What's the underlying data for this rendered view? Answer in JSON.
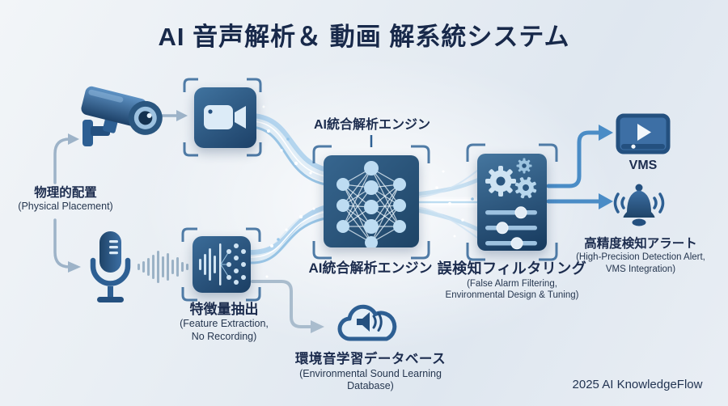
{
  "title": "AI 音声解析＆ 動画 解系統システム",
  "watermark": "2025 AI KnowledgeFlow",
  "nodes": {
    "physical_placement": {
      "label": "物理的配置",
      "sublabel": "(Physical Placement)"
    },
    "camera": {
      "icon": "cctv-camera-icon"
    },
    "microphone": {
      "icon": "microphone-icon"
    },
    "video_input": {
      "icon": "video-camera-icon"
    },
    "feature_extraction": {
      "icon": "feature-extraction-icon",
      "label": "特徴量抽出",
      "sublabels": [
        "(Feature Extraction,",
        "No Recording)"
      ]
    },
    "ai_engine": {
      "icon": "neural-network-icon",
      "label_top": "AI統合解析エンジン",
      "label_bottom": "AI統合解析エンジン"
    },
    "false_alarm_filter": {
      "icon": "gears-and-sliders-icon",
      "label": "誤検知フィルタリング",
      "sublabels": [
        "(False Alarm Filtering,",
        "Environmental Design & Tuning)"
      ]
    },
    "vms": {
      "icon": "video-monitor-icon",
      "label": "VMS"
    },
    "alert": {
      "icon": "alert-bell-icon",
      "label": "高精度検知アラート",
      "sublabels": [
        "(High-Precision Detection Alert,",
        "VMS Integration)"
      ]
    },
    "sound_database": {
      "icon": "cloud-speaker-icon",
      "label": "環境音学習データベース",
      "sublabels": [
        "(Environmental Sound Learning",
        "Database)"
      ]
    }
  },
  "colors": {
    "background": "#e9eef4",
    "title_text": "#18294a",
    "icon_dark": "#1f4468",
    "icon_mid": "#2d5f93",
    "icon_light": "#d6e8f6",
    "bracket": "#4f7ba6",
    "arrow_gray": "#9db3c8",
    "arrow_blue": "#4a8cc6",
    "stream": "#a9cfec"
  }
}
